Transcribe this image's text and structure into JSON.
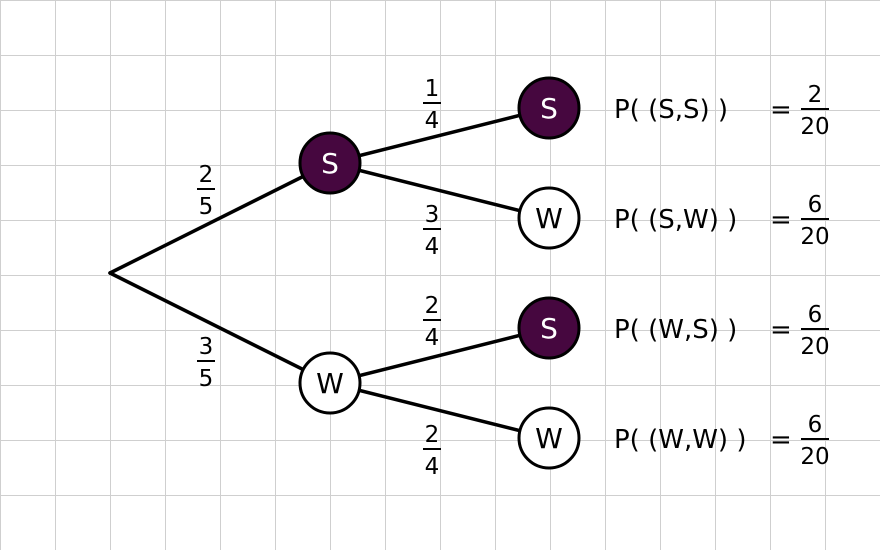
{
  "colors": {
    "selected_fill": "#46073f",
    "unselected_fill": "#ffffff",
    "line": "#000000"
  },
  "tree": {
    "level1": [
      {
        "label": "S",
        "filled": true,
        "prob": {
          "num": "2",
          "den": "5"
        }
      },
      {
        "label": "W",
        "filled": false,
        "prob": {
          "num": "3",
          "den": "5"
        }
      }
    ],
    "level2": [
      {
        "label": "S",
        "filled": true,
        "prob": {
          "num": "1",
          "den": "4"
        }
      },
      {
        "label": "W",
        "filled": false,
        "prob": {
          "num": "3",
          "den": "4"
        }
      },
      {
        "label": "S",
        "filled": true,
        "prob": {
          "num": "2",
          "den": "4"
        }
      },
      {
        "label": "W",
        "filled": false,
        "prob": {
          "num": "2",
          "den": "4"
        }
      }
    ]
  },
  "outcomes": [
    {
      "expr": "P( (S,S) )",
      "equals": "=",
      "num": "2",
      "den": "20"
    },
    {
      "expr": "P( (S,W) )",
      "equals": "=",
      "num": "6",
      "den": "20"
    },
    {
      "expr": "P( (W,S) )",
      "equals": "=",
      "num": "6",
      "den": "20"
    },
    {
      "expr": "P( (W,W) )",
      "equals": "=",
      "num": "6",
      "den": "20"
    }
  ]
}
